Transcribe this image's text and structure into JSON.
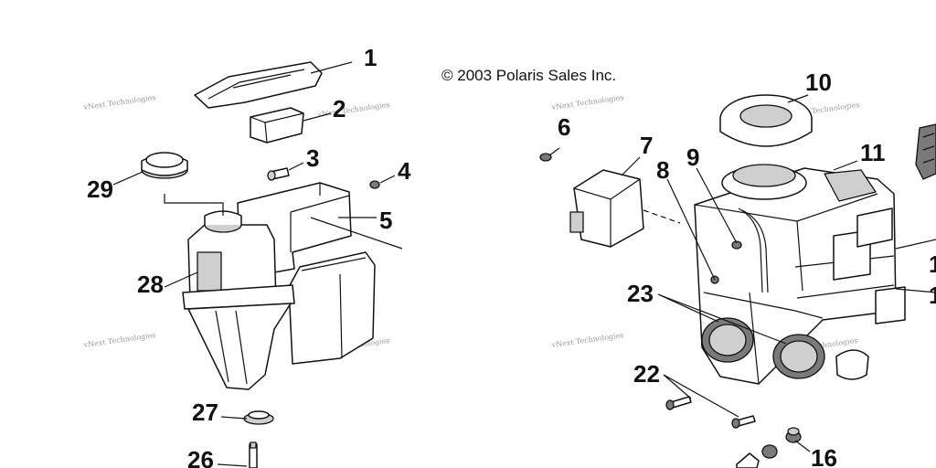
{
  "copyright": "© 2003 Polaris Sales Inc.",
  "watermark_text": "vNext Technologies",
  "callouts": {
    "c1": "1",
    "c2": "2",
    "c3": "3",
    "c4": "4",
    "c5": "5",
    "c6": "6",
    "c7": "7",
    "c8": "8",
    "c9": "9",
    "c10": "10",
    "c11": "11",
    "c16": "16",
    "c22": "22",
    "c23": "23",
    "c26": "26",
    "c27": "27",
    "c28": "28",
    "c29": "29",
    "c1_right": "1",
    "c1_right2": "1"
  }
}
